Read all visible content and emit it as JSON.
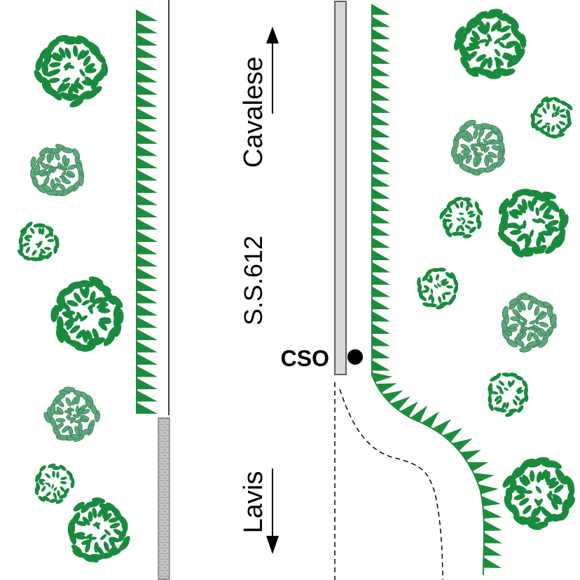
{
  "labels": {
    "north_direction": "Cavalese",
    "south_direction": "Lavis",
    "road_name": "S.S.612",
    "point_marker": "CSO"
  },
  "colors": {
    "vegetation_dark": "#1a8a3f",
    "vegetation_light": "#5fa67c",
    "vegetation_light_stroke": "#2f7a4e",
    "embankment": "#1e8c3e",
    "road_wall_fill": "#d9d9d9",
    "wall_pattern_fill": "#c4c4c4",
    "ink": "#000000"
  },
  "icons": {
    "tree": "bush-icon",
    "arrow_up": "arrow-up-icon",
    "arrow_down": "arrow-down-icon",
    "marker": "filled-circle-marker"
  }
}
